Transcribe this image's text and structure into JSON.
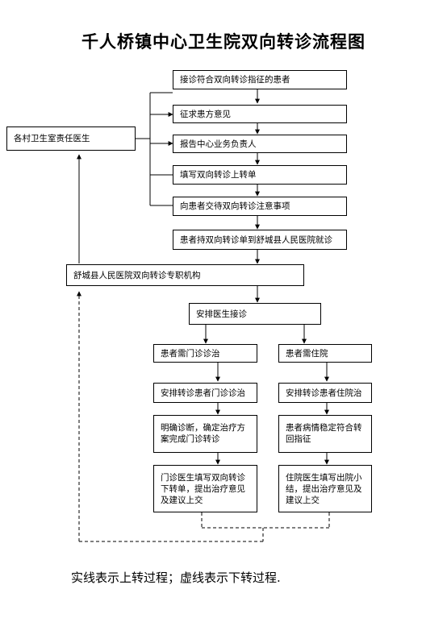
{
  "title": "千人桥镇中心卫生院双向转诊流程图",
  "nodes": {
    "village_doctor": "各村卫生室责任医生",
    "step_1": "接诊符合双向转诊指征的患者",
    "step_2": "征求患方意见",
    "step_3": "报告中心业务负责人",
    "step_4": "填写双向转诊上转单",
    "step_5": "向患者交待双向转诊注意事项",
    "step_6": "患者持双向转诊单到舒城县人民医院就诊",
    "county_hospital": "舒城县人民医院双向转诊专职机构",
    "arrange_doctor": "安排医生接诊",
    "outpatient_need": "患者需门诊诊治",
    "outpatient_arrange": "安排转诊患者门诊诊治",
    "outpatient_diagnose": "明确诊断，确定治疗方案完成门诊转诊",
    "outpatient_downward": "门诊医生填写双向转诊下转单，提出治疗意见及建议上交",
    "inpatient_need": "患者需住院",
    "inpatient_arrange": "安排转诊患者住院治",
    "inpatient_stable": "患者病情稳定符合转回指征",
    "inpatient_summary": "住院医生填写出院小结，提出治疗意见及建议上交"
  },
  "legend": "实线表示上转过程；虚线表示下转过程."
}
